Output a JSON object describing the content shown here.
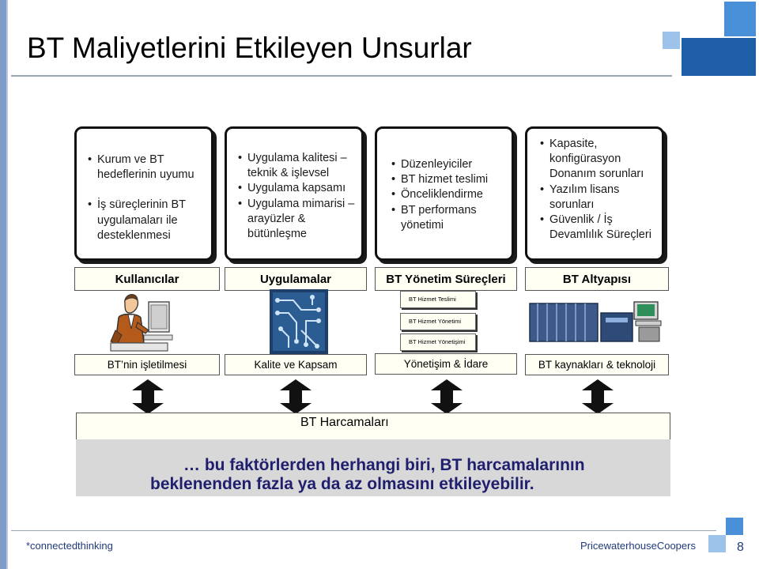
{
  "title": "BT Maliyetlerini Etkileyen Unsurlar",
  "top_boxes": [
    {
      "items": [
        "Kurum ve BT hedeflerinin uyumu",
        "İş süreçlerinin BT uygulamaları ile desteklenmesi"
      ]
    },
    {
      "items": [
        "Uygulama kalitesi – teknik & işlevsel",
        "Uygulama kapsamı",
        "Uygulama mimarisi – arayüzler & bütünleşme"
      ]
    },
    {
      "items": [
        "Düzenleyiciler",
        "BT hizmet teslimi",
        "Önceliklendirme",
        "BT performans yönetimi"
      ]
    },
    {
      "items": [
        "Kapasite, konfigürasyon Donanım sorunları",
        "Yazılım lisans sorunları",
        "Güvenlik / İş Devamlılık Süreçleri"
      ]
    }
  ],
  "categories": [
    "Kullanıcılar",
    "Uygulamalar",
    "BT Yönetim Süreçleri",
    "BT Altyapısı"
  ],
  "mini_boxes": [
    "BT Hizmet Teslimi",
    "BT Hizmet Yönetimi",
    "BT Hizmet Yönetişimi"
  ],
  "bottom_labels": [
    "BT’nin işletilmesi",
    "Kalite ve Kapsam",
    "Yönetişim & İdare",
    "BT kaynakları & teknoloji"
  ],
  "spend_label": "BT Harcamaları",
  "message_line1": "… bu faktörlerden herhangi biri, BT harcamalarının",
  "message_line2": "beklenenden fazla ya da az olmasını etkileyebilir.",
  "footer": {
    "left": "*connectedthinking",
    "right": "PricewaterhouseCoopers",
    "page": "8"
  },
  "colors": {
    "accent_blue": "#1f5fa8",
    "light_blue": "#4a90d9",
    "pale_blue": "#9ec3ea",
    "text_blue": "#1f3a7a"
  }
}
